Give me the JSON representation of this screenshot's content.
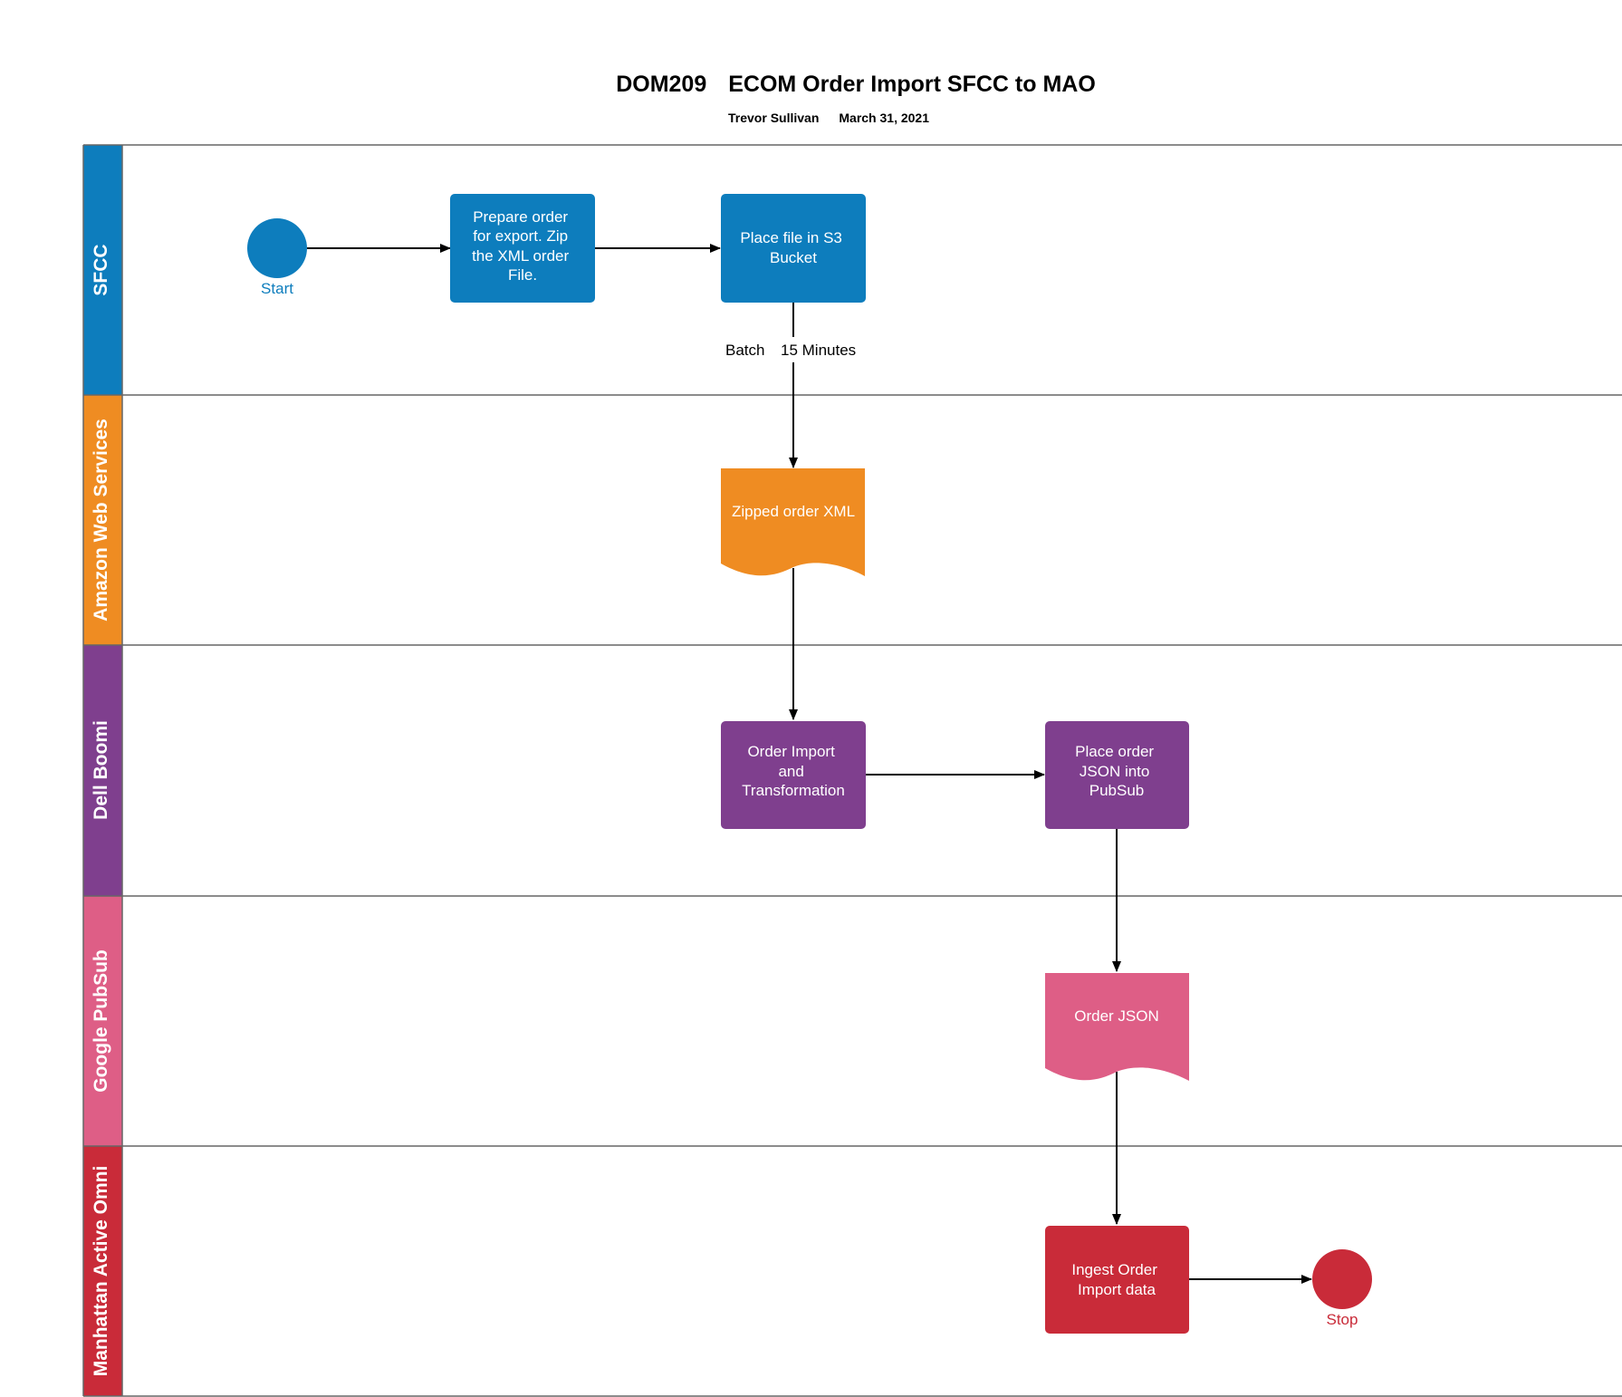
{
  "header": {
    "code": "DOM209",
    "title": "ECOM Order Import SFCC to MAO",
    "author": "Trevor Sullivan",
    "date": "March 31, 2021"
  },
  "colors": {
    "sfcc": "#0d7dbd",
    "aws": "#ef8c22",
    "boomi": "#7f3f8e",
    "pubsub": "#de5e86",
    "mao": "#c92b39",
    "border": "#666666"
  },
  "lanes": [
    {
      "id": "sfcc",
      "label": "SFCC"
    },
    {
      "id": "aws",
      "label": "Amazon Web Services"
    },
    {
      "id": "boomi",
      "label": "Dell Boomi"
    },
    {
      "id": "pubsub",
      "label": "Google PubSub"
    },
    {
      "id": "mao",
      "label": "Manhattan Active Omni"
    }
  ],
  "nodes": {
    "start": {
      "label": "Start"
    },
    "prepare": {
      "lines": [
        "Prepare order",
        "for export.  Zip",
        "the XML order",
        "File."
      ]
    },
    "s3": {
      "lines": [
        "Place file in S3",
        "Bucket"
      ]
    },
    "zipped": {
      "lines": [
        "Zipped order XML"
      ]
    },
    "import": {
      "lines": [
        "Order Import",
        "and",
        "Transformation"
      ]
    },
    "pubsubPlace": {
      "lines": [
        "Place order",
        "JSON into",
        "PubSub"
      ]
    },
    "json": {
      "lines": [
        "Order JSON"
      ]
    },
    "ingest": {
      "lines": [
        "Ingest Order",
        "Import data"
      ]
    },
    "stop": {
      "label": "Stop"
    }
  },
  "edge_labels": {
    "batch": "Batch",
    "interval": "15 Minutes"
  }
}
